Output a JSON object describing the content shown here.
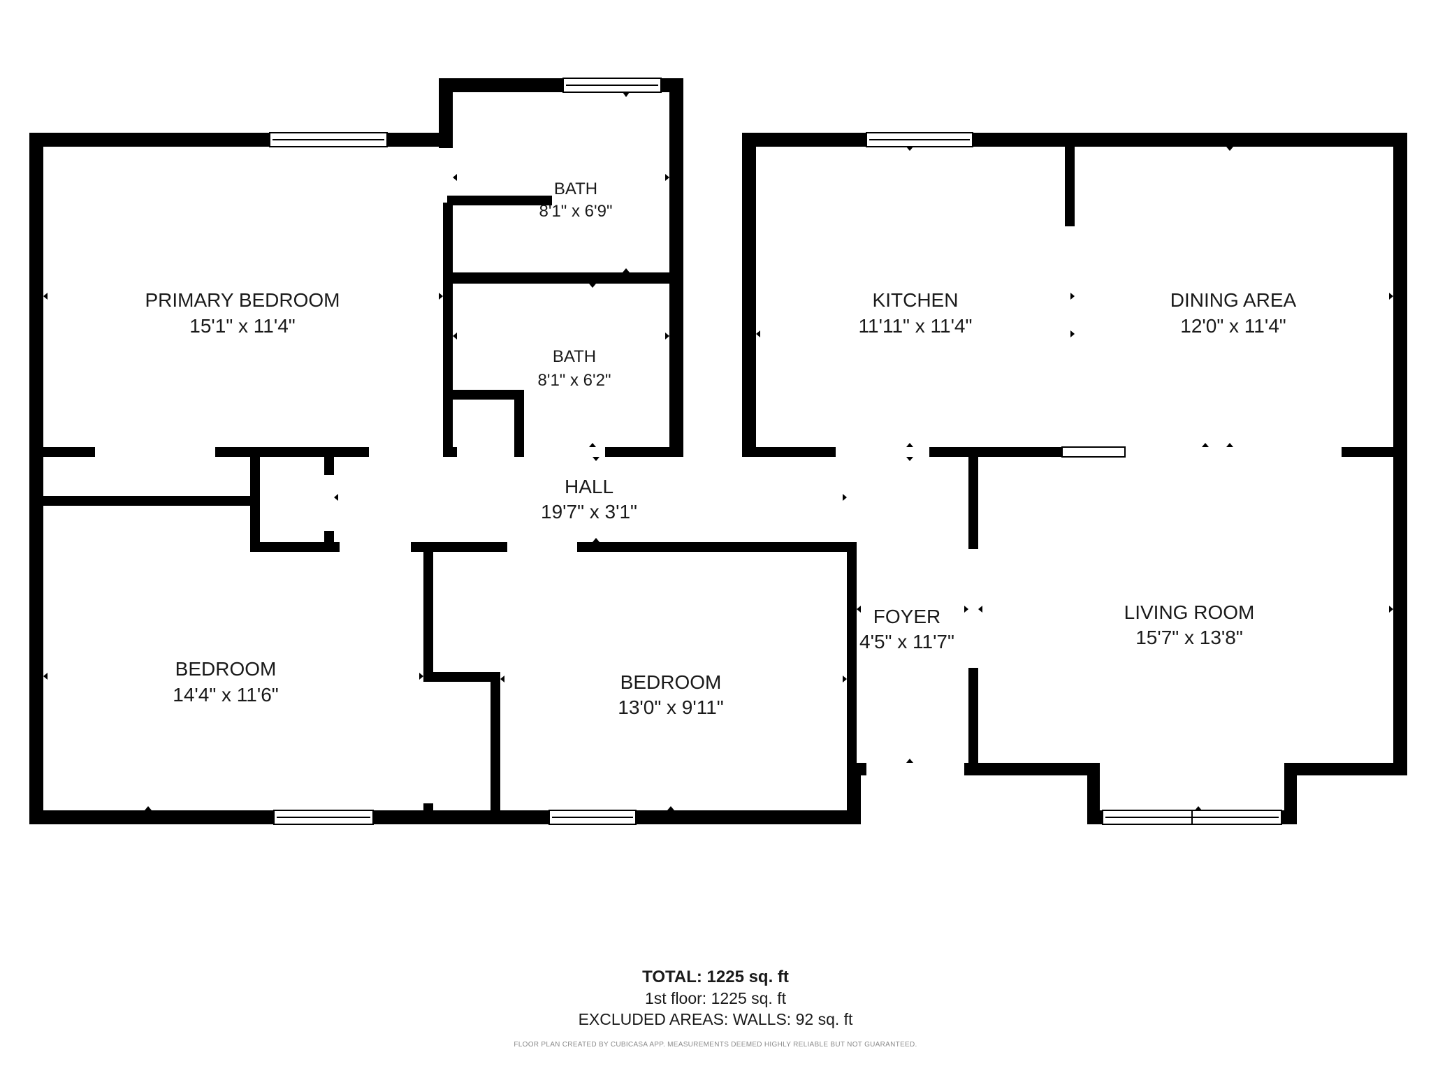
{
  "rooms": {
    "primary_bedroom": {
      "name": "PRIMARY BEDROOM",
      "dims": "15'1\" x 11'4\""
    },
    "bath_upper": {
      "name": "BATH",
      "dims": "8'1\" x 6'9\""
    },
    "bath_lower": {
      "name": "BATH",
      "dims": "8'1\" x 6'2\""
    },
    "kitchen": {
      "name": "KITCHEN",
      "dims": "11'11\" x 11'4\""
    },
    "dining_area": {
      "name": "DINING AREA",
      "dims": "12'0\" x 11'4\""
    },
    "hall": {
      "name": "HALL",
      "dims": "19'7\" x 3'1\""
    },
    "bedroom_left": {
      "name": "BEDROOM",
      "dims": "14'4\" x 11'6\""
    },
    "bedroom_mid": {
      "name": "BEDROOM",
      "dims": "13'0\" x 9'11\""
    },
    "foyer": {
      "name": "FOYER",
      "dims": "4'5\" x 11'7\""
    },
    "living_room": {
      "name": "LIVING ROOM",
      "dims": "15'7\" x 13'8\""
    }
  },
  "summary": {
    "total": "TOTAL: 1225 sq. ft",
    "first_floor": "1st floor: 1225 sq. ft",
    "excluded": "EXCLUDED AREAS: WALLS: 92 sq. ft"
  },
  "disclaimer": "FLOOR PLAN CREATED BY CUBICASA APP. MEASUREMENTS DEEMED HIGHLY RELIABLE BUT NOT GUARANTEED.",
  "colors": {
    "wall": "#000000",
    "background": "#ffffff",
    "text": "#1a1a1a",
    "disclaimer": "#8a8a8a"
  }
}
